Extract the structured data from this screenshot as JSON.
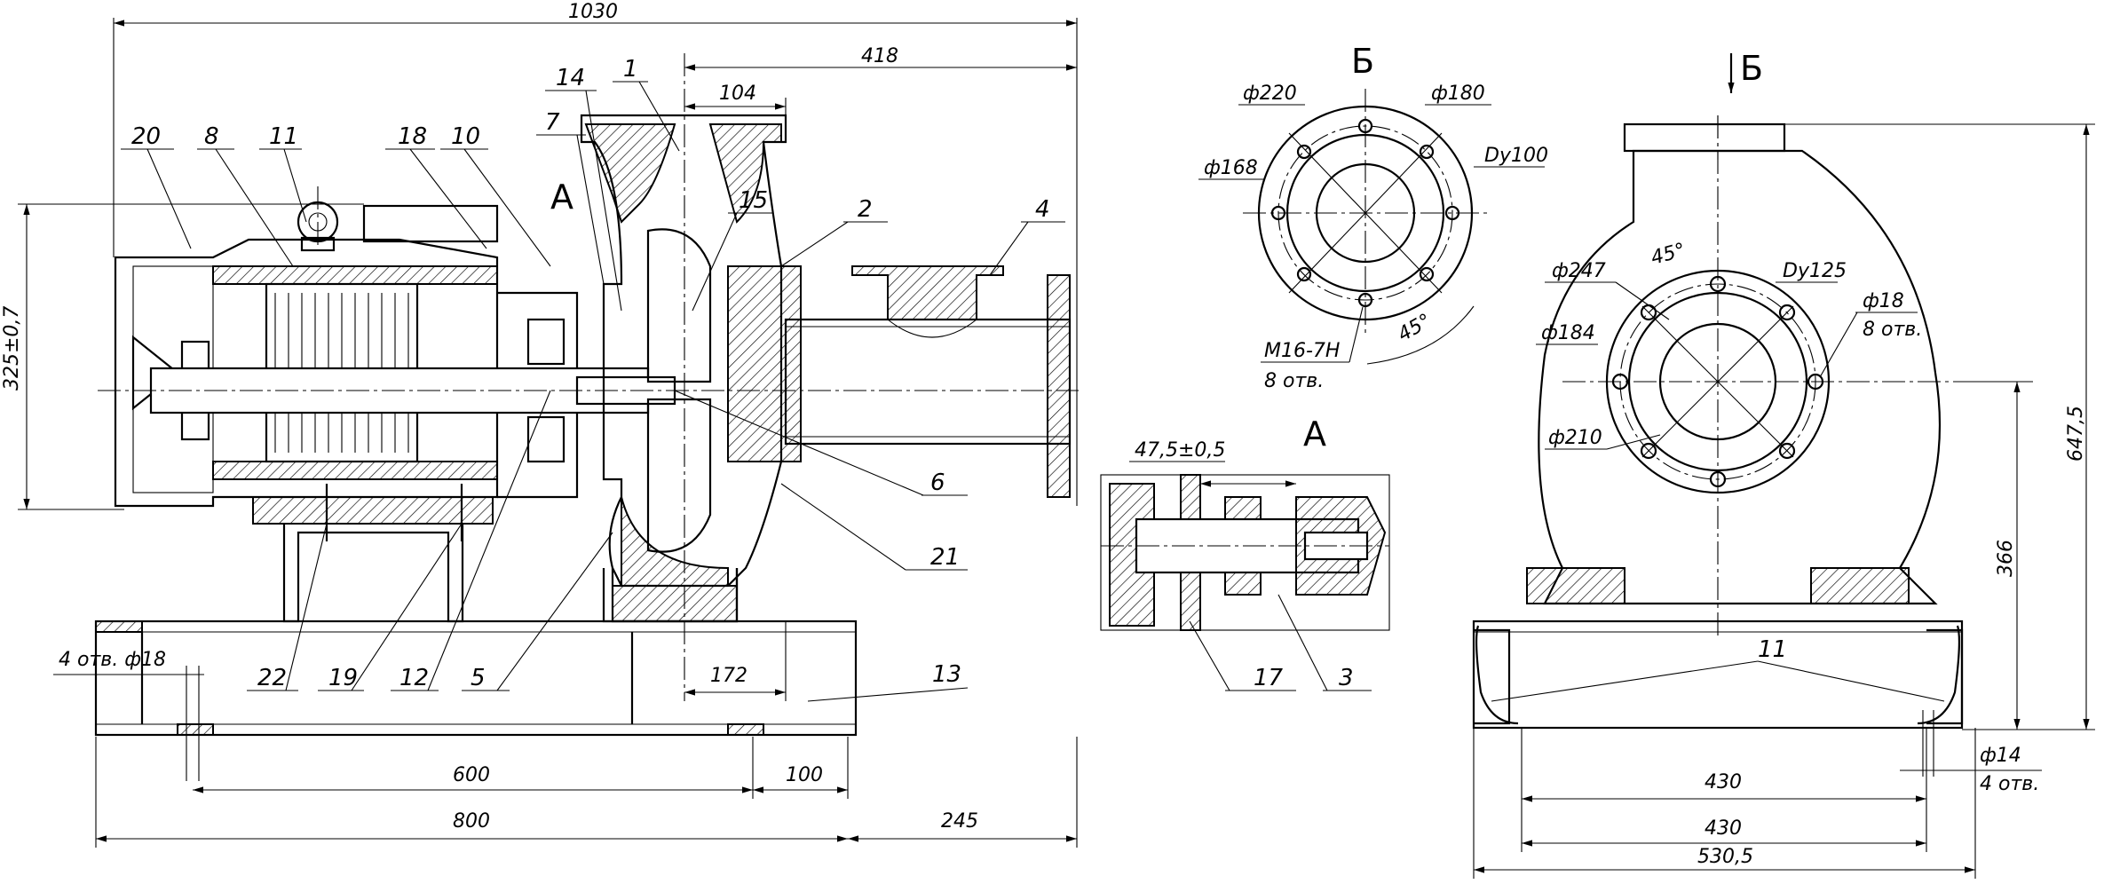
{
  "views": {
    "side": {
      "dims": {
        "total_length": "1030",
        "right_part": "418",
        "inlet_offset": "104",
        "axis_height": "325±0,7",
        "base_hole": "4 отв. ф18",
        "base_600": "600",
        "base_100": "100",
        "base_800": "800",
        "base_245": "245",
        "pump_172": "172"
      },
      "labels": [
        "20",
        "8",
        "11",
        "18",
        "10",
        "7",
        "14",
        "1",
        "15",
        "2",
        "4",
        "6",
        "21",
        "13",
        "22",
        "19",
        "12",
        "5"
      ],
      "section_mark": "А"
    },
    "flange_view": {
      "title": "Б",
      "dims": {
        "d220": "ф220",
        "d180": "ф180",
        "d168": "ф168",
        "dy100": "Dy100",
        "thread": "M16-7H",
        "holes": "8 отв.",
        "angle": "45°"
      }
    },
    "detail_a": {
      "title": "А",
      "dims": {
        "gap": "47,5±0,5"
      },
      "labels": [
        "17",
        "3"
      ]
    },
    "front": {
      "view_mark": "Б",
      "dims": {
        "d247": "ф247",
        "dy125": "Dy125",
        "d18": "ф18",
        "holes": "8 отв.",
        "d184": "ф184",
        "d210": "ф210",
        "angle": "45°",
        "height_total": "647,5",
        "height_axis": "366",
        "width_430a": "430",
        "width_430b": "430",
        "width_530": "530,5",
        "d14": "ф14",
        "holes_4": "4 отв."
      },
      "labels": [
        "11"
      ]
    }
  }
}
